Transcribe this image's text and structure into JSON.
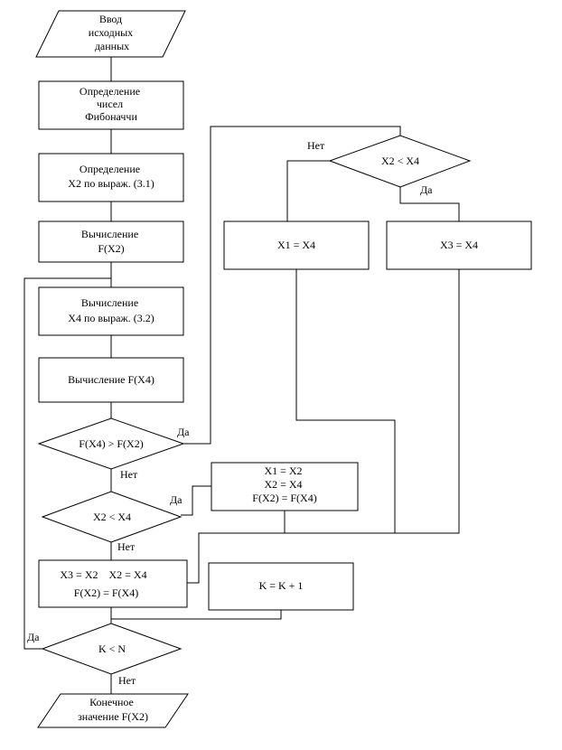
{
  "nodes": {
    "input": [
      "Ввод",
      "исходных",
      "данных"
    ],
    "fib": [
      "Определение",
      "чисел",
      "Фибоначчи"
    ],
    "x2": [
      "Определение",
      "Х2 по выраж. (3.1)"
    ],
    "fx2": [
      "Вычисление",
      "F(X2)"
    ],
    "x4": [
      "Вычисление",
      "Х4 по выраж. (3.2)"
    ],
    "fx4": [
      "Вычисление F(X4)"
    ],
    "dec_fx4": [
      "F(X4) > F(X2)"
    ],
    "dec_x2x4_right": [
      "X2 < X4"
    ],
    "x1x4": [
      "X1 = X4"
    ],
    "x3x4": [
      "X3 = X4"
    ],
    "assign_block": [
      "X1 = X2",
      "X2 = X4",
      "F(X2) = F(X4)"
    ],
    "dec_x2x4_left": [
      "X2 < X4"
    ],
    "x3x2": [
      "X3 = X2    X2 = X4",
      "F(X2) = F(X4)"
    ],
    "k_inc": [
      "K = K + 1"
    ],
    "dec_kn": [
      "K < N"
    ],
    "output": [
      "Конечное",
      "значение F(X2)"
    ]
  },
  "labels": {
    "yes": "Да",
    "no": "Нет"
  }
}
